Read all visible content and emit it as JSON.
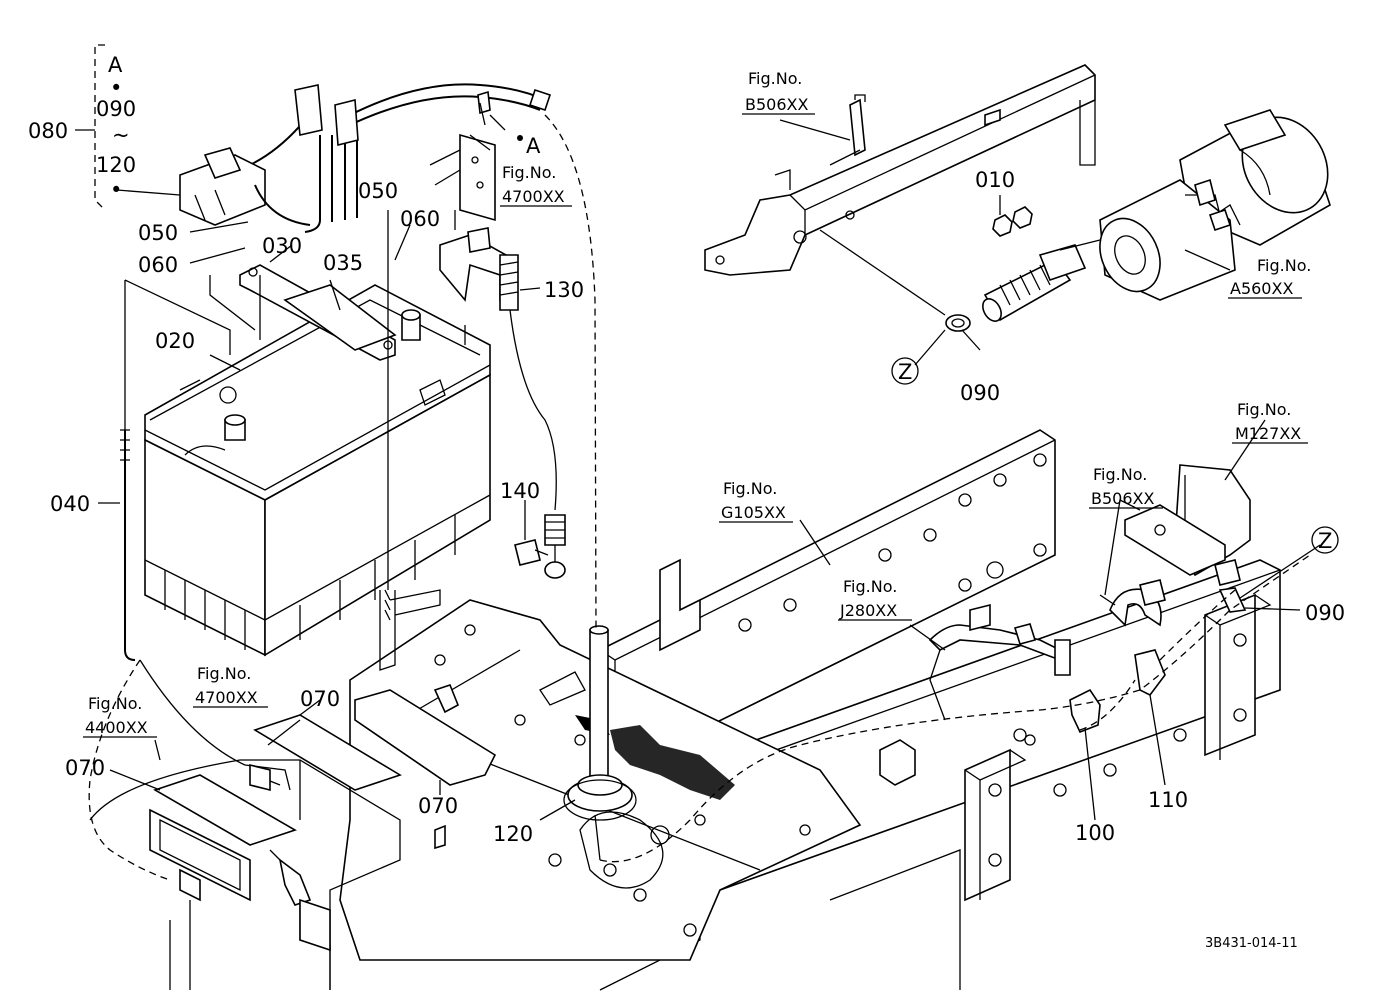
{
  "labels": {
    "p010": "010",
    "p020": "020",
    "p030": "030",
    "p035": "035",
    "p040": "040",
    "p050a": "050",
    "p050b": "050",
    "p060a": "060",
    "p060b": "060",
    "p070a": "070",
    "p070b": "070",
    "p070c": "070",
    "p080": "080",
    "p090a": "090",
    "p090b": "090",
    "p100": "100",
    "p110": "110",
    "p120": "120",
    "p130": "130",
    "p140": "140"
  },
  "bracket": {
    "a": "A",
    "dot": "•",
    "from": "090",
    "tilde": "~",
    "to": "120"
  },
  "markers": {
    "a_arrow": "A",
    "z1": "Z",
    "z2": "Z"
  },
  "refs": {
    "fig": "Fig.No.",
    "r4700_a": "4700XX",
    "r4700_b": "4700XX",
    "r4400": "4400XX",
    "rB506_a": "B506XX",
    "rB506_b": "B506XX",
    "rA560": "A560XX",
    "rG105": "G105XX",
    "rJ280": "J280XX",
    "rM127": "M127XX"
  },
  "drawing_code": "3B431-014-11"
}
